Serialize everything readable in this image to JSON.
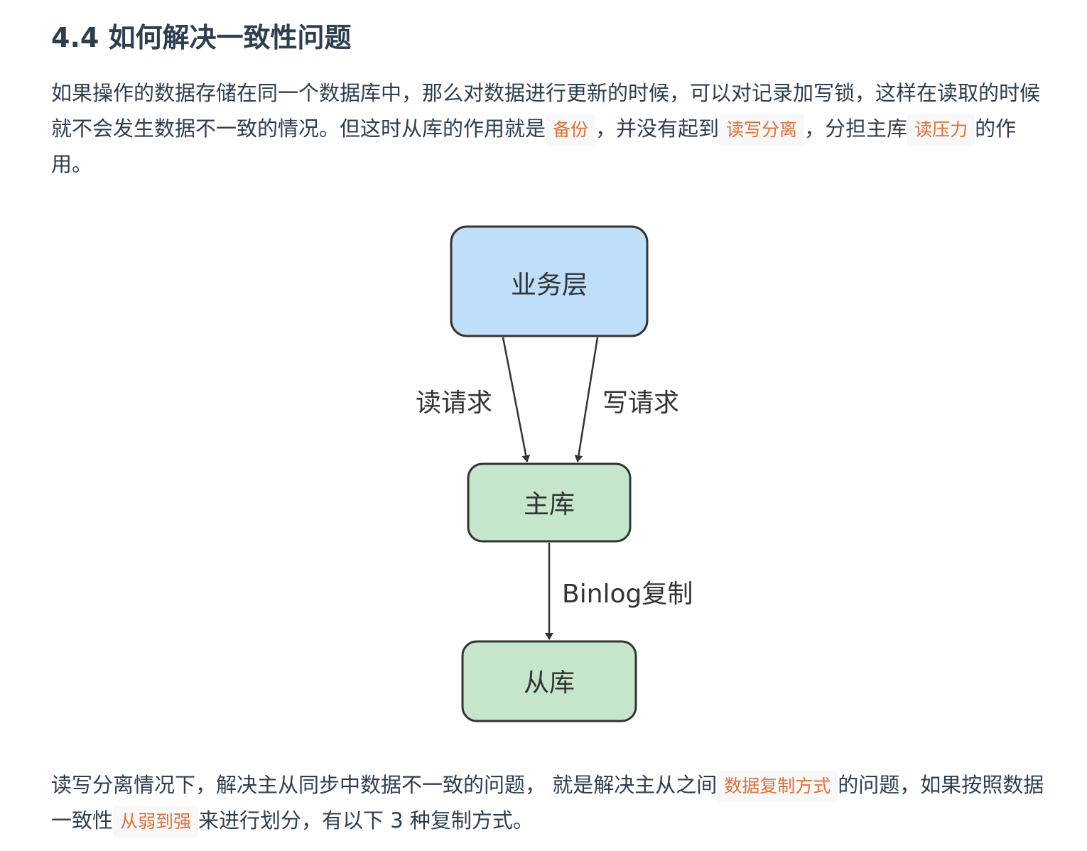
{
  "section": {
    "title": "4.4 如何解决一致性问题"
  },
  "para1": {
    "t1": "如果操作的数据存储在同一个数据库中，那么对数据进行更新的时候，可以对记录加写锁，这样在读取的时候就不会发生数据不一致的情况。但这时从库的作用就是",
    "c1": "备份",
    "t2": "，并没有起到",
    "c2": "读写分离",
    "t3": "，分担主库",
    "c3": "读压力",
    "t4": "的作用。"
  },
  "diagram": {
    "nodes": {
      "business": "业务层",
      "master": "主库",
      "slave": "从库"
    },
    "edges": {
      "read": "读请求",
      "write": "写请求",
      "binlog": "Binlog复制"
    },
    "colors": {
      "business_fill": "#bfdef9",
      "db_fill": "#c6e6cb",
      "stroke": "#333333"
    }
  },
  "para2": {
    "t1": "读写分离情况下，解决主从同步中数据不一致的问题， 就是解决主从之间",
    "c1": "数据复制方式",
    "t2": "的问题，如果按照数据一致性",
    "c2": "从弱到强",
    "t3": "来进行划分，有以下 3 种复制方式。"
  }
}
